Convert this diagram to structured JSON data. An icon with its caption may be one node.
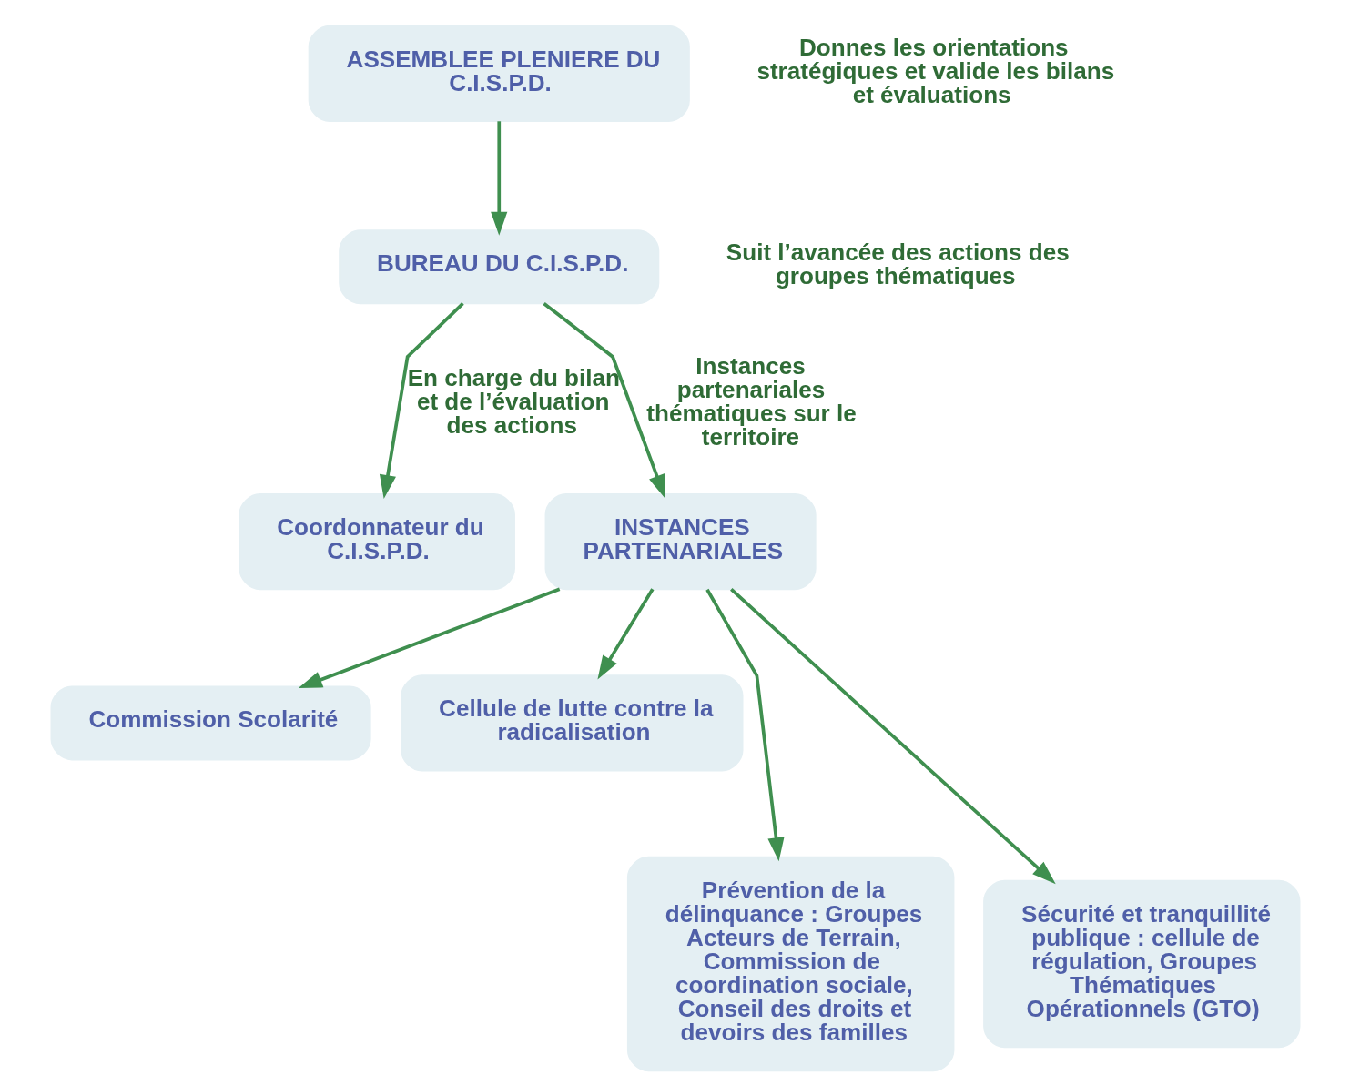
{
  "diagram": {
    "nodes": [
      {
        "text": [
          "ASSEMBLEE PLENIERE DU C.I.S.P.D."
        ],
        "beside": [
          "Donnes les orientations stratégiques et valide les bilans et évaluations"
        ]
      },
      {
        "text": [
          "BUREAU DU C.I.S.P.D."
        ],
        "beside": [
          "Suit l’avancée des actions des groupes thématiques"
        ]
      },
      {
        "text": [
          "Coordonnateur du C.I.S.P.D."
        ]
      },
      {
        "text": [
          "INSTANCES PARTENARIALES"
        ]
      },
      {
        "text": [
          "Commission Scolarité"
        ]
      },
      {
        "text": [
          "Cellule de lutte contre la radicalisation"
        ]
      },
      {
        "text": [
          "Prévention de la délinquance : Groupes Acteurs de Terrain, Commission de coordination sociale, Conseil des droits et devoirs des familles"
        ]
      },
      {
        "text": [
          "Sécurité et tranquillité publique : cellule de régulation, Groupes Thématiques Opérationnels (GTO)"
        ]
      }
    ],
    "edges": [
      {
        "from": 0,
        "to": 1,
        "arrow": "to"
      },
      {
        "from": 1,
        "to": 2,
        "arrow": "to",
        "label": "En charge du bilan et de l’évaluation des actions"
      },
      {
        "from": 1,
        "to": 3,
        "arrow": "to",
        "label": "Instances partenariales thématiques sur le territoire"
      },
      {
        "from": 3,
        "to": 4,
        "arrow": "to"
      },
      {
        "from": 3,
        "to": 6,
        "arrow": "to"
      },
      {
        "from": 3,
        "to": 5,
        "arrow": "to"
      },
      {
        "from": 3,
        "to": 7,
        "arrow": "to"
      }
    ]
  }
}
